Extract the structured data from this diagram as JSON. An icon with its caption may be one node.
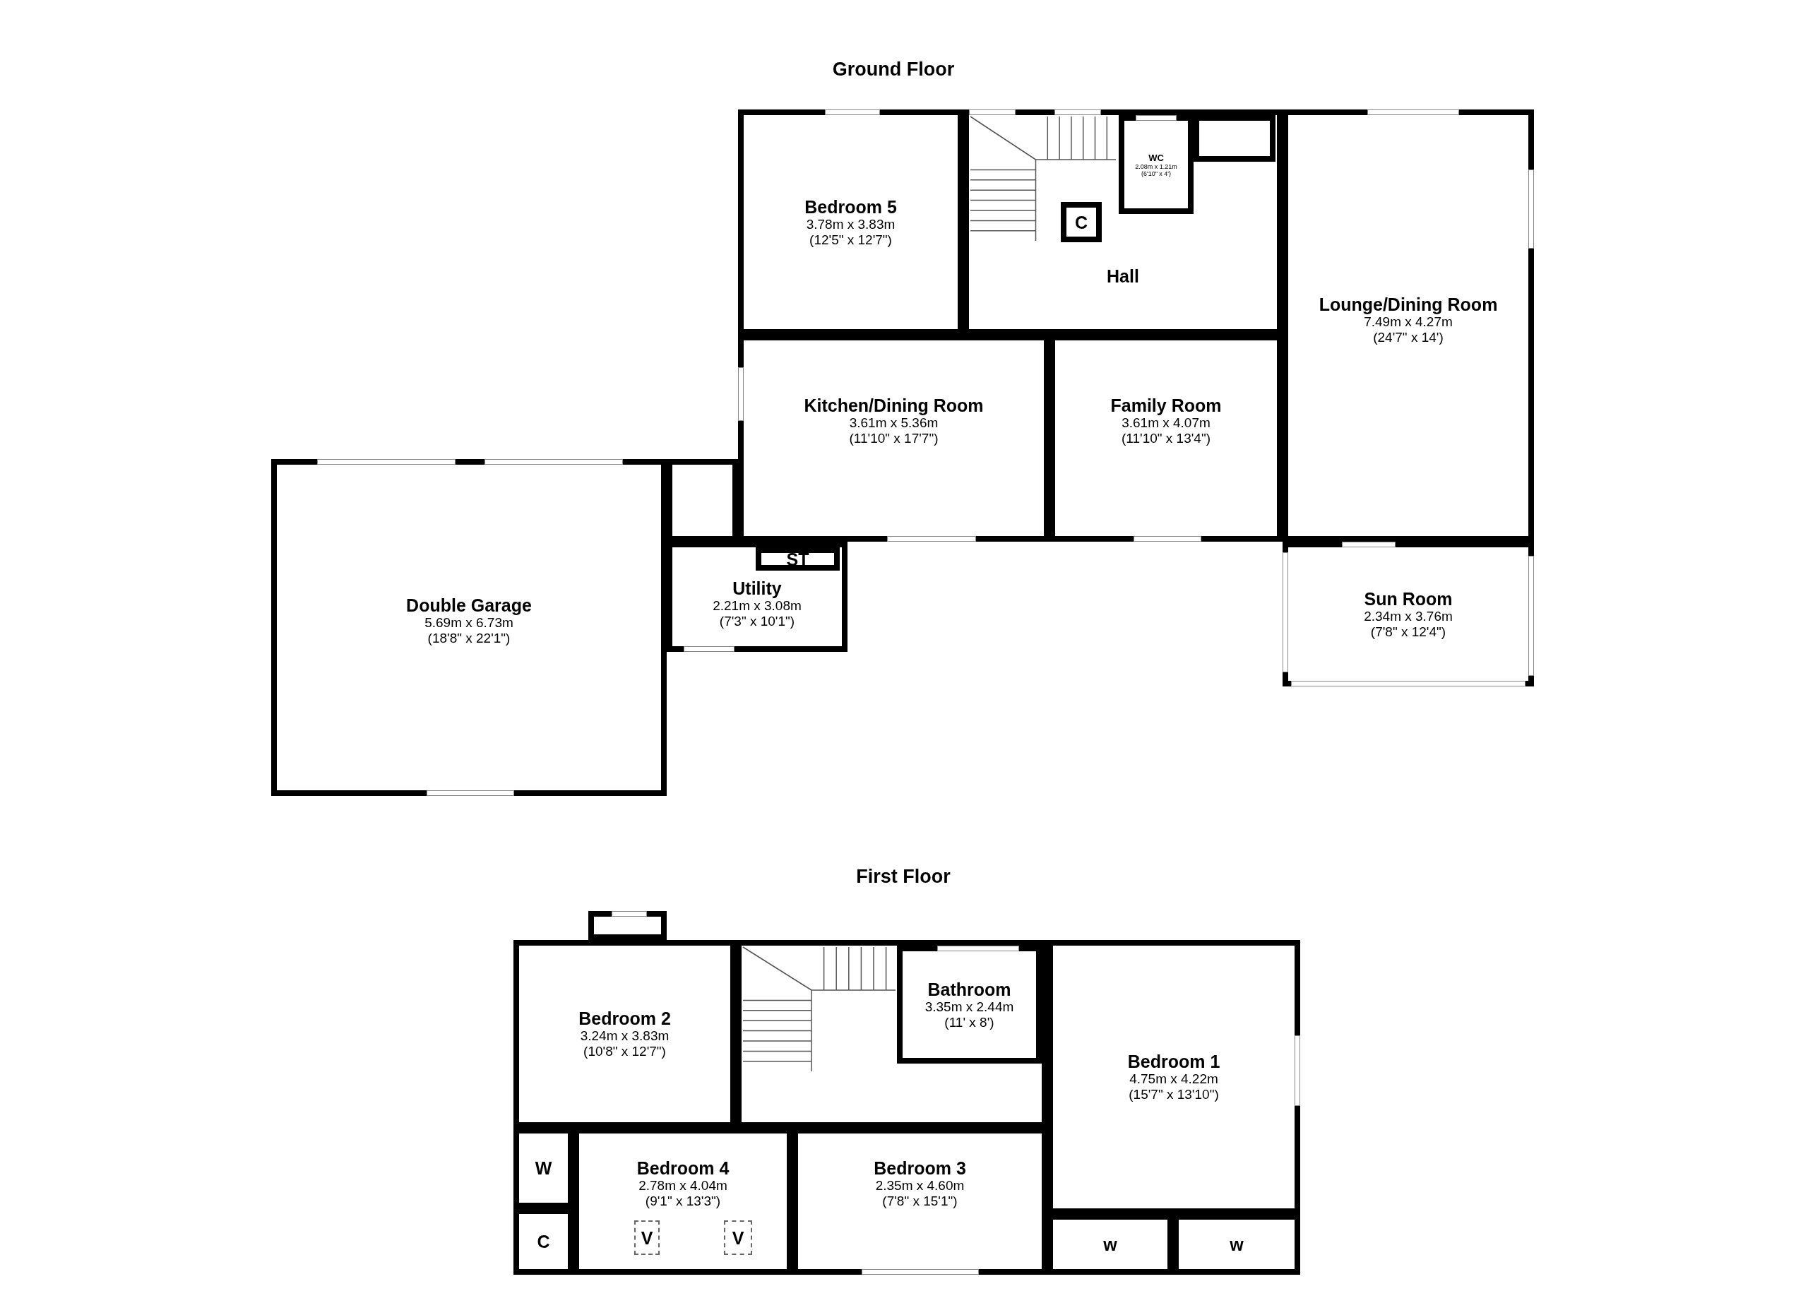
{
  "diagram": {
    "nodes": [
      {
        "text": [
          "Bedroom 5",
          "3.78m x 3.83m",
          "(12'5\" x 12'7\")"
        ]
      },
      {
        "text": [
          "Hall"
        ]
      },
      {
        "text": [
          "WC",
          "2.08m x 1.21m",
          "(6'10\" x 4')"
        ],
        "in": 1
      },
      {
        "text": [
          "C"
        ],
        "in": 1
      },
      {
        "text": [],
        "shape": "box",
        "in": 1
      },
      {
        "text": [
          "Lounge/Dining Room",
          "7.49m x 4.27m",
          "(24'7\" x 14')"
        ]
      },
      {
        "text": [
          "Kitchen/Dining Room",
          "3.61m x 5.36m",
          "(11'10\" x 17'7\")"
        ]
      },
      {
        "text": [
          "Family Room",
          "3.61m x 4.07m",
          "(11'10\" x 13'4\")"
        ]
      },
      {
        "text": [],
        "shape": "box"
      },
      {
        "text": [
          "Double Garage",
          "5.69m x 6.73m",
          "(18'8\" x 22'1\")"
        ]
      },
      {
        "text": [
          "Utility",
          "2.21m x 3.08m",
          "(7'3\" x 10'1\")"
        ]
      },
      {
        "text": [
          "ST"
        ],
        "in": 10
      },
      {
        "text": [
          "Sun Room",
          "2.34m x 3.76m",
          "(7'8\" x 12'4\")"
        ]
      },
      {
        "text": [],
        "shape": "box"
      },
      {
        "text": [
          "Bedroom 2",
          "3.24m x 3.83m",
          "(10'8\" x 12'7\")"
        ]
      },
      {
        "text": [],
        "shape": "box"
      },
      {
        "text": [
          "Bathroom",
          "3.35m x 2.44m",
          "(11' x 8')"
        ],
        "in": 15
      },
      {
        "text": [
          "Bedroom 1",
          "4.75m x 4.22m",
          "(15'7\" x 13'10\")"
        ]
      },
      {
        "text": [
          "W"
        ]
      },
      {
        "text": [
          "Bedroom 4",
          "2.78m x 4.04m",
          "(9'1\" x 13'3\")"
        ]
      },
      {
        "text": [
          "V"
        ],
        "in": 19
      },
      {
        "text": [
          "V"
        ],
        "in": 19
      },
      {
        "text": [
          "Bedroom 3",
          "2.35m x 4.60m",
          "(7'8\" x 15'1\")"
        ]
      },
      {
        "text": [
          "C"
        ]
      },
      {
        "text": [
          "w"
        ]
      },
      {
        "text": [
          "w"
        ]
      }
    ],
    "labels": [
      "Ground Floor",
      "First Floor"
    ]
  }
}
